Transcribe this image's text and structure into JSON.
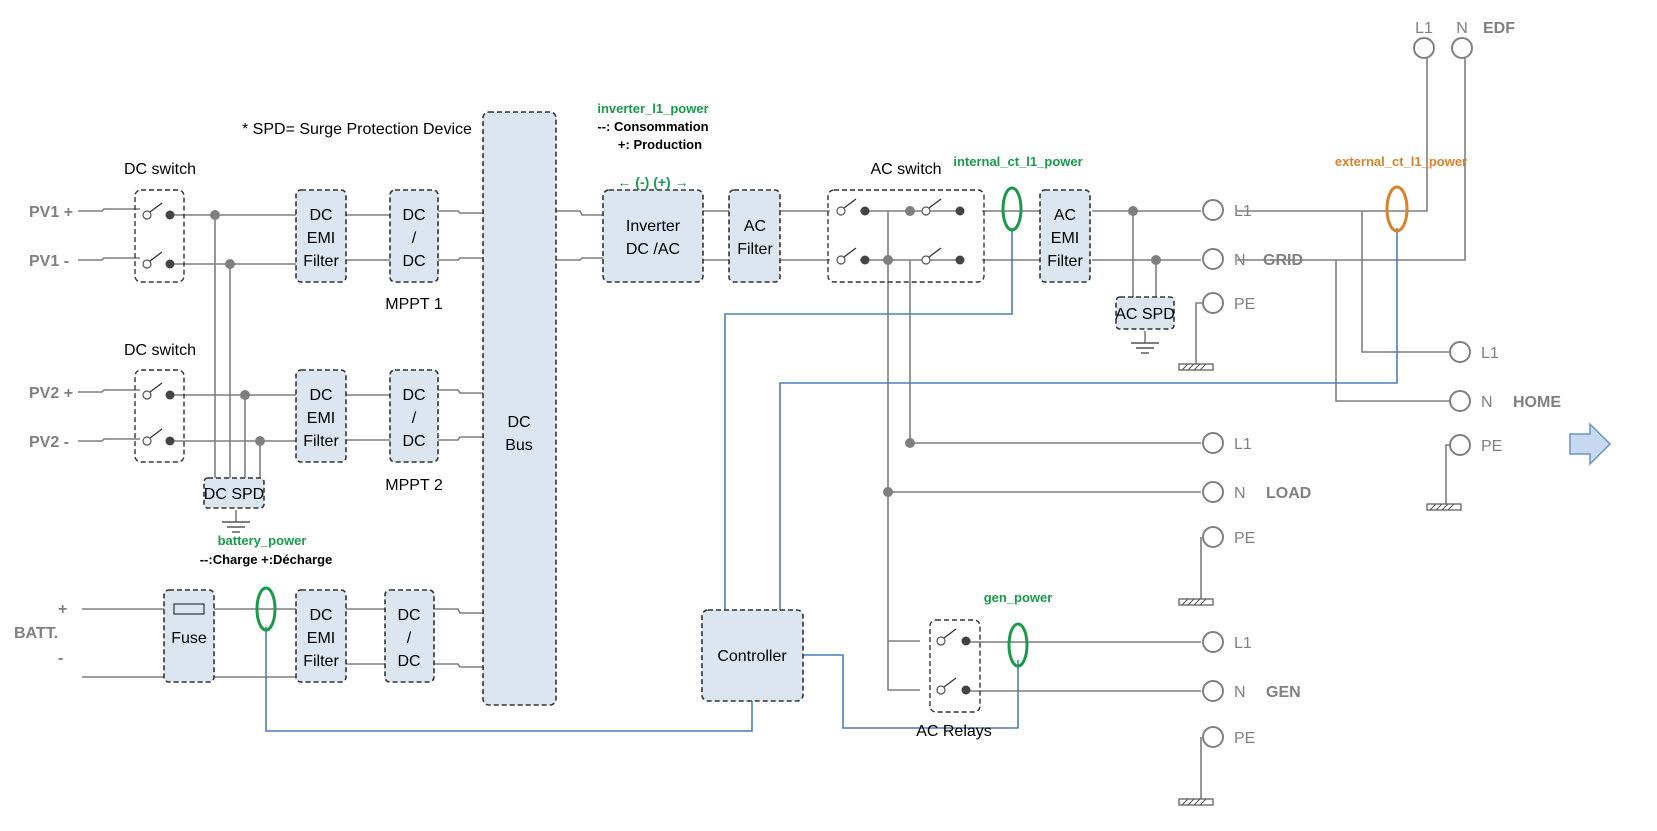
{
  "note": "* SPD= Surge Protection Device",
  "pv": {
    "pv1_plus": "PV1 +",
    "pv1_minus": "PV1 -",
    "pv2_plus": "PV2 +",
    "pv2_minus": "PV2 -"
  },
  "dc_switch": {
    "label1": "DC switch",
    "label2": "DC switch"
  },
  "dc_spd": "DC SPD",
  "dc_emi": {
    "l1": "DC",
    "l2": "EMI",
    "l3": "Filter"
  },
  "dcdc": {
    "l1": "DC",
    "l2": "/",
    "l3": "DC"
  },
  "mppt": {
    "one": "MPPT 1",
    "two": "MPPT 2"
  },
  "dc_bus": {
    "l1": "DC",
    "l2": "Bus"
  },
  "inverter_power": {
    "name": "inverter_l1_power",
    "consommation": "--: Consommation",
    "production": "+: Production",
    "arrows": "← (-)  (+) →"
  },
  "inverter": {
    "l1": "Inverter",
    "l2": "DC /AC"
  },
  "ac_filter": {
    "l1": "AC",
    "l2": "Filter"
  },
  "ac_switch": "AC switch",
  "internal_ct": "internal_ct_l1_power",
  "ac_emi": {
    "l1": "AC",
    "l2": "EMI",
    "l3": "Filter"
  },
  "ac_spd": "AC SPD",
  "external_ct": "external_ct_l1_power",
  "edf": {
    "l1": "L1",
    "n": "N",
    "name": "EDF"
  },
  "grid": {
    "l1": "L1",
    "n": "N",
    "pe": "PE",
    "name": "GRID"
  },
  "home": {
    "l1": "L1",
    "n": "N",
    "pe": "PE",
    "name": "HOME"
  },
  "load": {
    "l1": "L1",
    "n": "N",
    "pe": "PE",
    "name": "LOAD"
  },
  "gen": {
    "l1": "L1",
    "n": "N",
    "pe": "PE",
    "name": "GEN"
  },
  "gen_power": "gen_power",
  "ac_relays": "AC Relays",
  "controller": "Controller",
  "battery_power": {
    "name": "battery_power",
    "desc": "--:Charge  +:Décharge"
  },
  "batt": {
    "plus": "+",
    "name": "BATT.",
    "minus": "-"
  },
  "fuse": "Fuse",
  "colors": {
    "box_fill": "#dce6f1",
    "wire": "#7f7f7f",
    "control_line": "#4a7ebb",
    "ct_green": "#1a9a4a",
    "ct_orange": "#d9822b"
  }
}
